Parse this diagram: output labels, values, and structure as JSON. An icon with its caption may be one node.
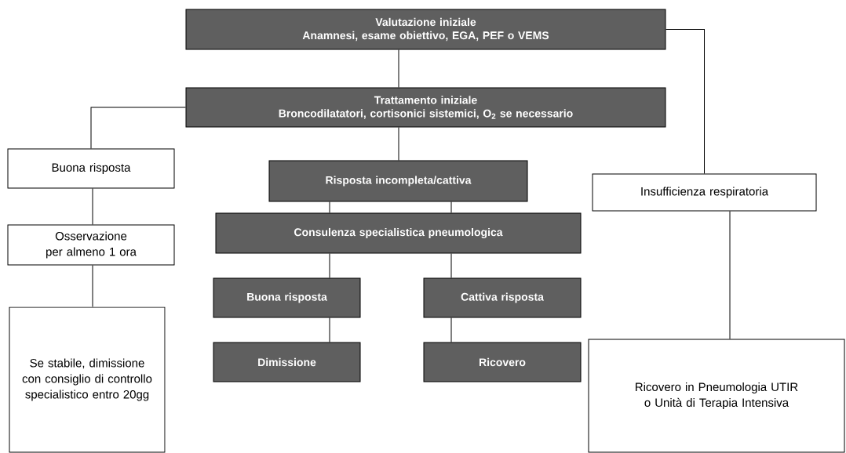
{
  "diagram": {
    "nodes": [
      {
        "text": [
          "Valutazione iniziale",
          "Anamnesi, esame obiettivo, EGA, PEF o VEMS"
        ]
      },
      {
        "text": [
          "Trattamento iniziale",
          "Broncodilatatori, cortisonici sistemici, O$_{2}$ se necessario"
        ]
      },
      {
        "text": [
          "Buona risposta"
        ]
      },
      {
        "text": [
          "Osservazione per almeno 1 ora"
        ]
      },
      {
        "text": [
          "Se stabile, dimissione con consiglio di controllo specialistico entro 20gg"
        ]
      },
      {
        "text": [
          "Risposta incompleta/cattiva"
        ]
      },
      {
        "text": [
          "Insufficienza respiratoria"
        ]
      },
      {
        "text": [
          "Consulenza specialistica pneumologica"
        ]
      },
      {
        "text": [
          "Buona risposta"
        ]
      },
      {
        "text": [
          "Cattiva risposta"
        ]
      },
      {
        "text": [
          "Dimissione"
        ]
      },
      {
        "text": [
          "Ricovero"
        ]
      },
      {
        "text": [
          "Ricovero in Pneumologia UTIR o Unità di Terapia Intensiva"
        ]
      }
    ],
    "edges": [
      {
        "from": 0,
        "to": 1,
        "arrow": "none"
      },
      {
        "from": 0,
        "to": 6,
        "arrow": "none"
      },
      {
        "from": 1,
        "to": 2,
        "arrow": "none"
      },
      {
        "from": 1,
        "to": 5,
        "arrow": "none"
      },
      {
        "from": 2,
        "to": 3,
        "arrow": "none"
      },
      {
        "from": 3,
        "to": 4,
        "arrow": "none"
      },
      {
        "from": 5,
        "to": 7,
        "arrow": "none"
      },
      {
        "from": 5,
        "to": 7,
        "arrow": "none"
      },
      {
        "from": 7,
        "to": 8,
        "arrow": "none"
      },
      {
        "from": 7,
        "to": 9,
        "arrow": "none"
      },
      {
        "from": 8,
        "to": 10,
        "arrow": "none"
      },
      {
        "from": 9,
        "to": 11,
        "arrow": "none"
      },
      {
        "from": 6,
        "to": 12,
        "arrow": "none"
      }
    ]
  }
}
